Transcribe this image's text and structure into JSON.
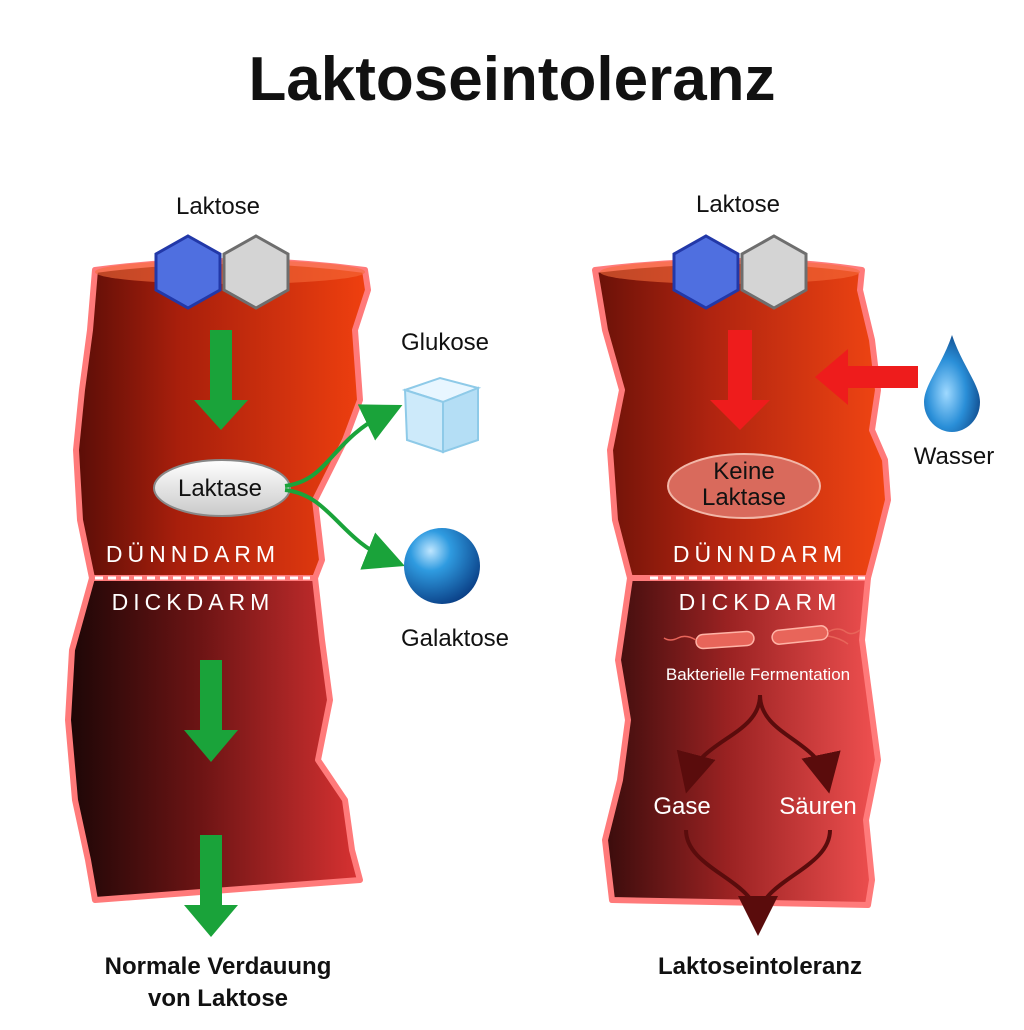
{
  "title": "Laktoseintoleranz",
  "left": {
    "lactose": "Laktose",
    "enzyme": "Laktase",
    "small_intestine": "DÜNNDARM",
    "large_intestine": "DICKDARM",
    "product_1": "Glukose",
    "product_2": "Galaktose",
    "caption_line1": "Normale Verdauung",
    "caption_line2": "von Laktose"
  },
  "right": {
    "lactose": "Laktose",
    "enzyme_line1": "Keine",
    "enzyme_line2": "Laktase",
    "water": "Wasser",
    "small_intestine": "DÜNNDARM",
    "large_intestine": "DICKDARM",
    "fermentation": "Bakterielle Fermentation",
    "gases": "Gase",
    "acids": "Säuren",
    "caption": "Laktoseintoleranz"
  },
  "colors": {
    "good_arrow": "#1aa33a",
    "bad_arrow": "#ee1c1c",
    "hexagon_blue": "#4f6fe0",
    "hexagon_gray": "#d4d4d4"
  }
}
